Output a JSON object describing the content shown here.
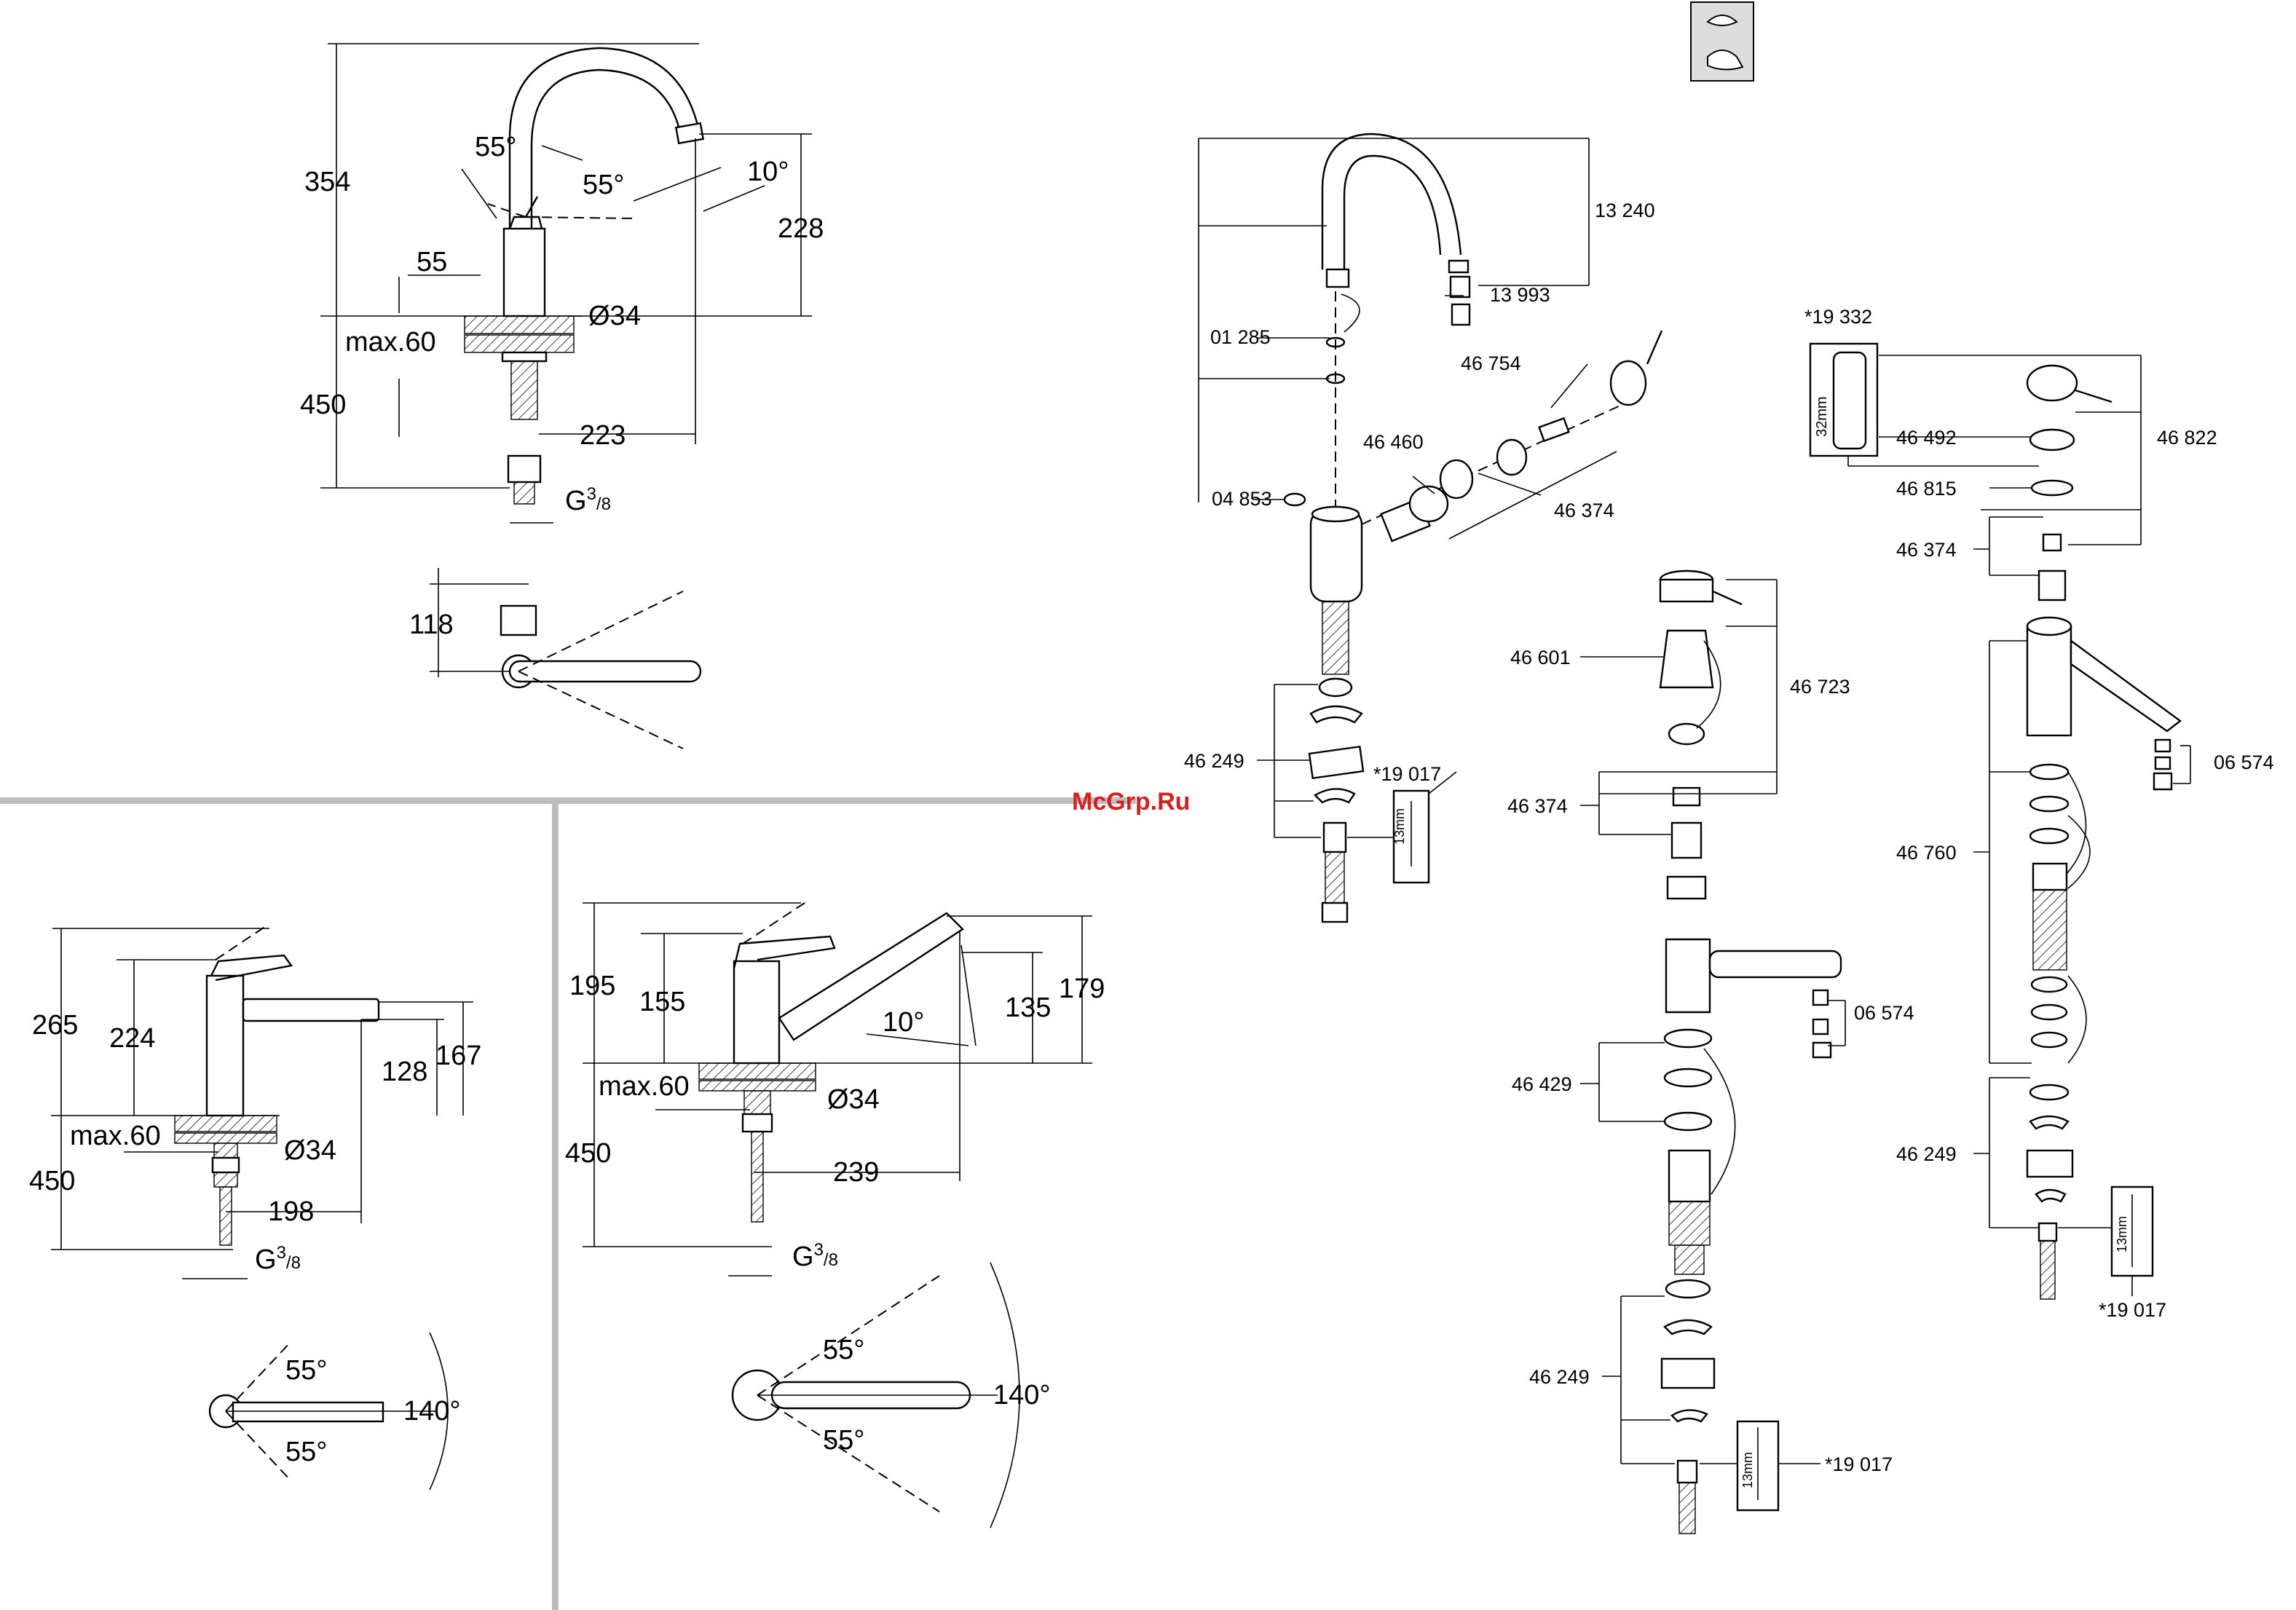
{
  "colors": {
    "line": "#000000",
    "divider": "#bdbdbd",
    "watermark": "#d32020"
  },
  "icon": {
    "name": "faucet-category-icon"
  },
  "watermark": "McGrp.Ru",
  "high_spout": {
    "d354": "354",
    "d55": "55",
    "max60": "max.60",
    "d450": "450",
    "ang1": "55°",
    "ang2": "55°",
    "ang10": "10°",
    "d228": "228",
    "dia34": "Ø34",
    "d223": "223",
    "g38": "G",
    "d118": "118"
  },
  "short_mixer": {
    "d265": "265",
    "d224": "224",
    "d128": "128",
    "d167": "167",
    "max60": "max.60",
    "dia34": "Ø34",
    "d450": "450",
    "d198": "198",
    "g38": "G",
    "ang_top": "55°",
    "ang_bot": "55°",
    "ang140": "140°"
  },
  "low_spout": {
    "d195": "195",
    "d155": "155",
    "d135": "135",
    "d179": "179",
    "ang10": "10°",
    "max60": "max.60",
    "dia34": "Ø34",
    "d450": "450",
    "d239": "239",
    "g38": "G",
    "ang_top": "55°",
    "ang_bot": "55°",
    "ang140": "140°"
  },
  "parts_a": {
    "p13240": "13 240",
    "p13993": "13 993",
    "p01285": "01 285",
    "p46754": "46 754",
    "p46460": "46 460",
    "p46374": "46 374",
    "p04853": "04 853",
    "p46249": "46 249",
    "p19017": "*19 017",
    "mm13": "13mm"
  },
  "parts_b": {
    "p46601": "46 601",
    "p46723": "46 723",
    "p46374": "46 374",
    "p06574": "06 574",
    "p46429": "46 429",
    "p46249": "46 249",
    "p19017": "*19 017",
    "mm13": "13mm"
  },
  "parts_c": {
    "p19332": "*19 332",
    "mm32": "32mm",
    "p46492": "46 492",
    "p46822": "46 822",
    "p46815": "46 815",
    "p46374": "46 374",
    "p06574": "06 574",
    "p46760": "46 760",
    "p46249": "46 249",
    "p19017": "*19 017",
    "mm13": "13mm"
  }
}
